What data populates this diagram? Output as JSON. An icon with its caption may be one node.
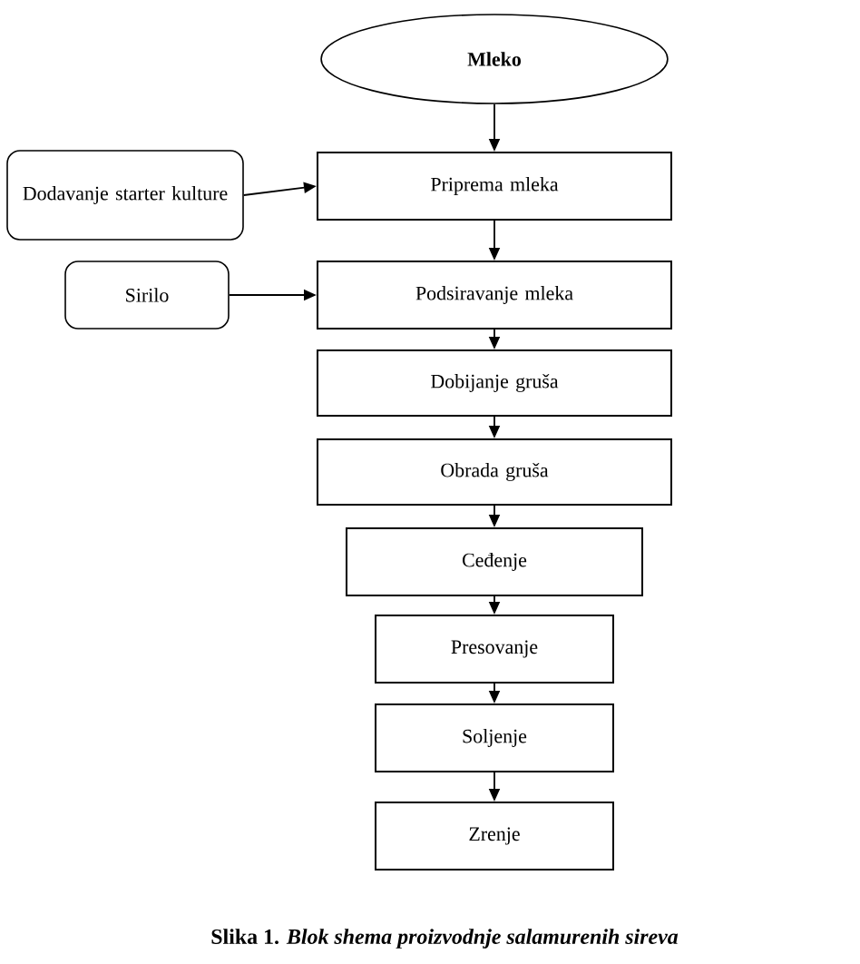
{
  "diagram": {
    "caption": "Slika 1. *Blok shema proizvodnje salamurenih sireva*",
    "nodes": [
      {
        "text": [
          "Mleko"
        ]
      },
      {
        "text": [
          "Dodavanje starter kulture"
        ]
      },
      {
        "text": [
          "Priprema mleka"
        ]
      },
      {
        "text": [
          "Sirilo"
        ]
      },
      {
        "text": [
          "Podsiravanje mleka"
        ]
      },
      {
        "text": [
          "Dobijanje gruša"
        ]
      },
      {
        "text": [
          "Obrada gruša"
        ]
      },
      {
        "text": [
          "Ceđenje"
        ]
      },
      {
        "text": [
          "Presovanje"
        ]
      },
      {
        "text": [
          "Soljenje"
        ]
      },
      {
        "text": [
          "Zrenje"
        ]
      }
    ],
    "edges": [
      {
        "from": 0,
        "to": 2,
        "arrow": "to"
      },
      {
        "from": 1,
        "to": 2,
        "arrow": "to"
      },
      {
        "from": 2,
        "to": 4,
        "arrow": "to"
      },
      {
        "from": 3,
        "to": 4,
        "arrow": "to"
      },
      {
        "from": 4,
        "to": 5,
        "arrow": "to"
      },
      {
        "from": 5,
        "to": 6,
        "arrow": "to"
      },
      {
        "from": 6,
        "to": 7,
        "arrow": "to"
      },
      {
        "from": 7,
        "to": 8,
        "arrow": "to"
      },
      {
        "from": 8,
        "to": 9,
        "arrow": "to"
      },
      {
        "from": 9,
        "to": 10,
        "arrow": "to"
      }
    ]
  }
}
